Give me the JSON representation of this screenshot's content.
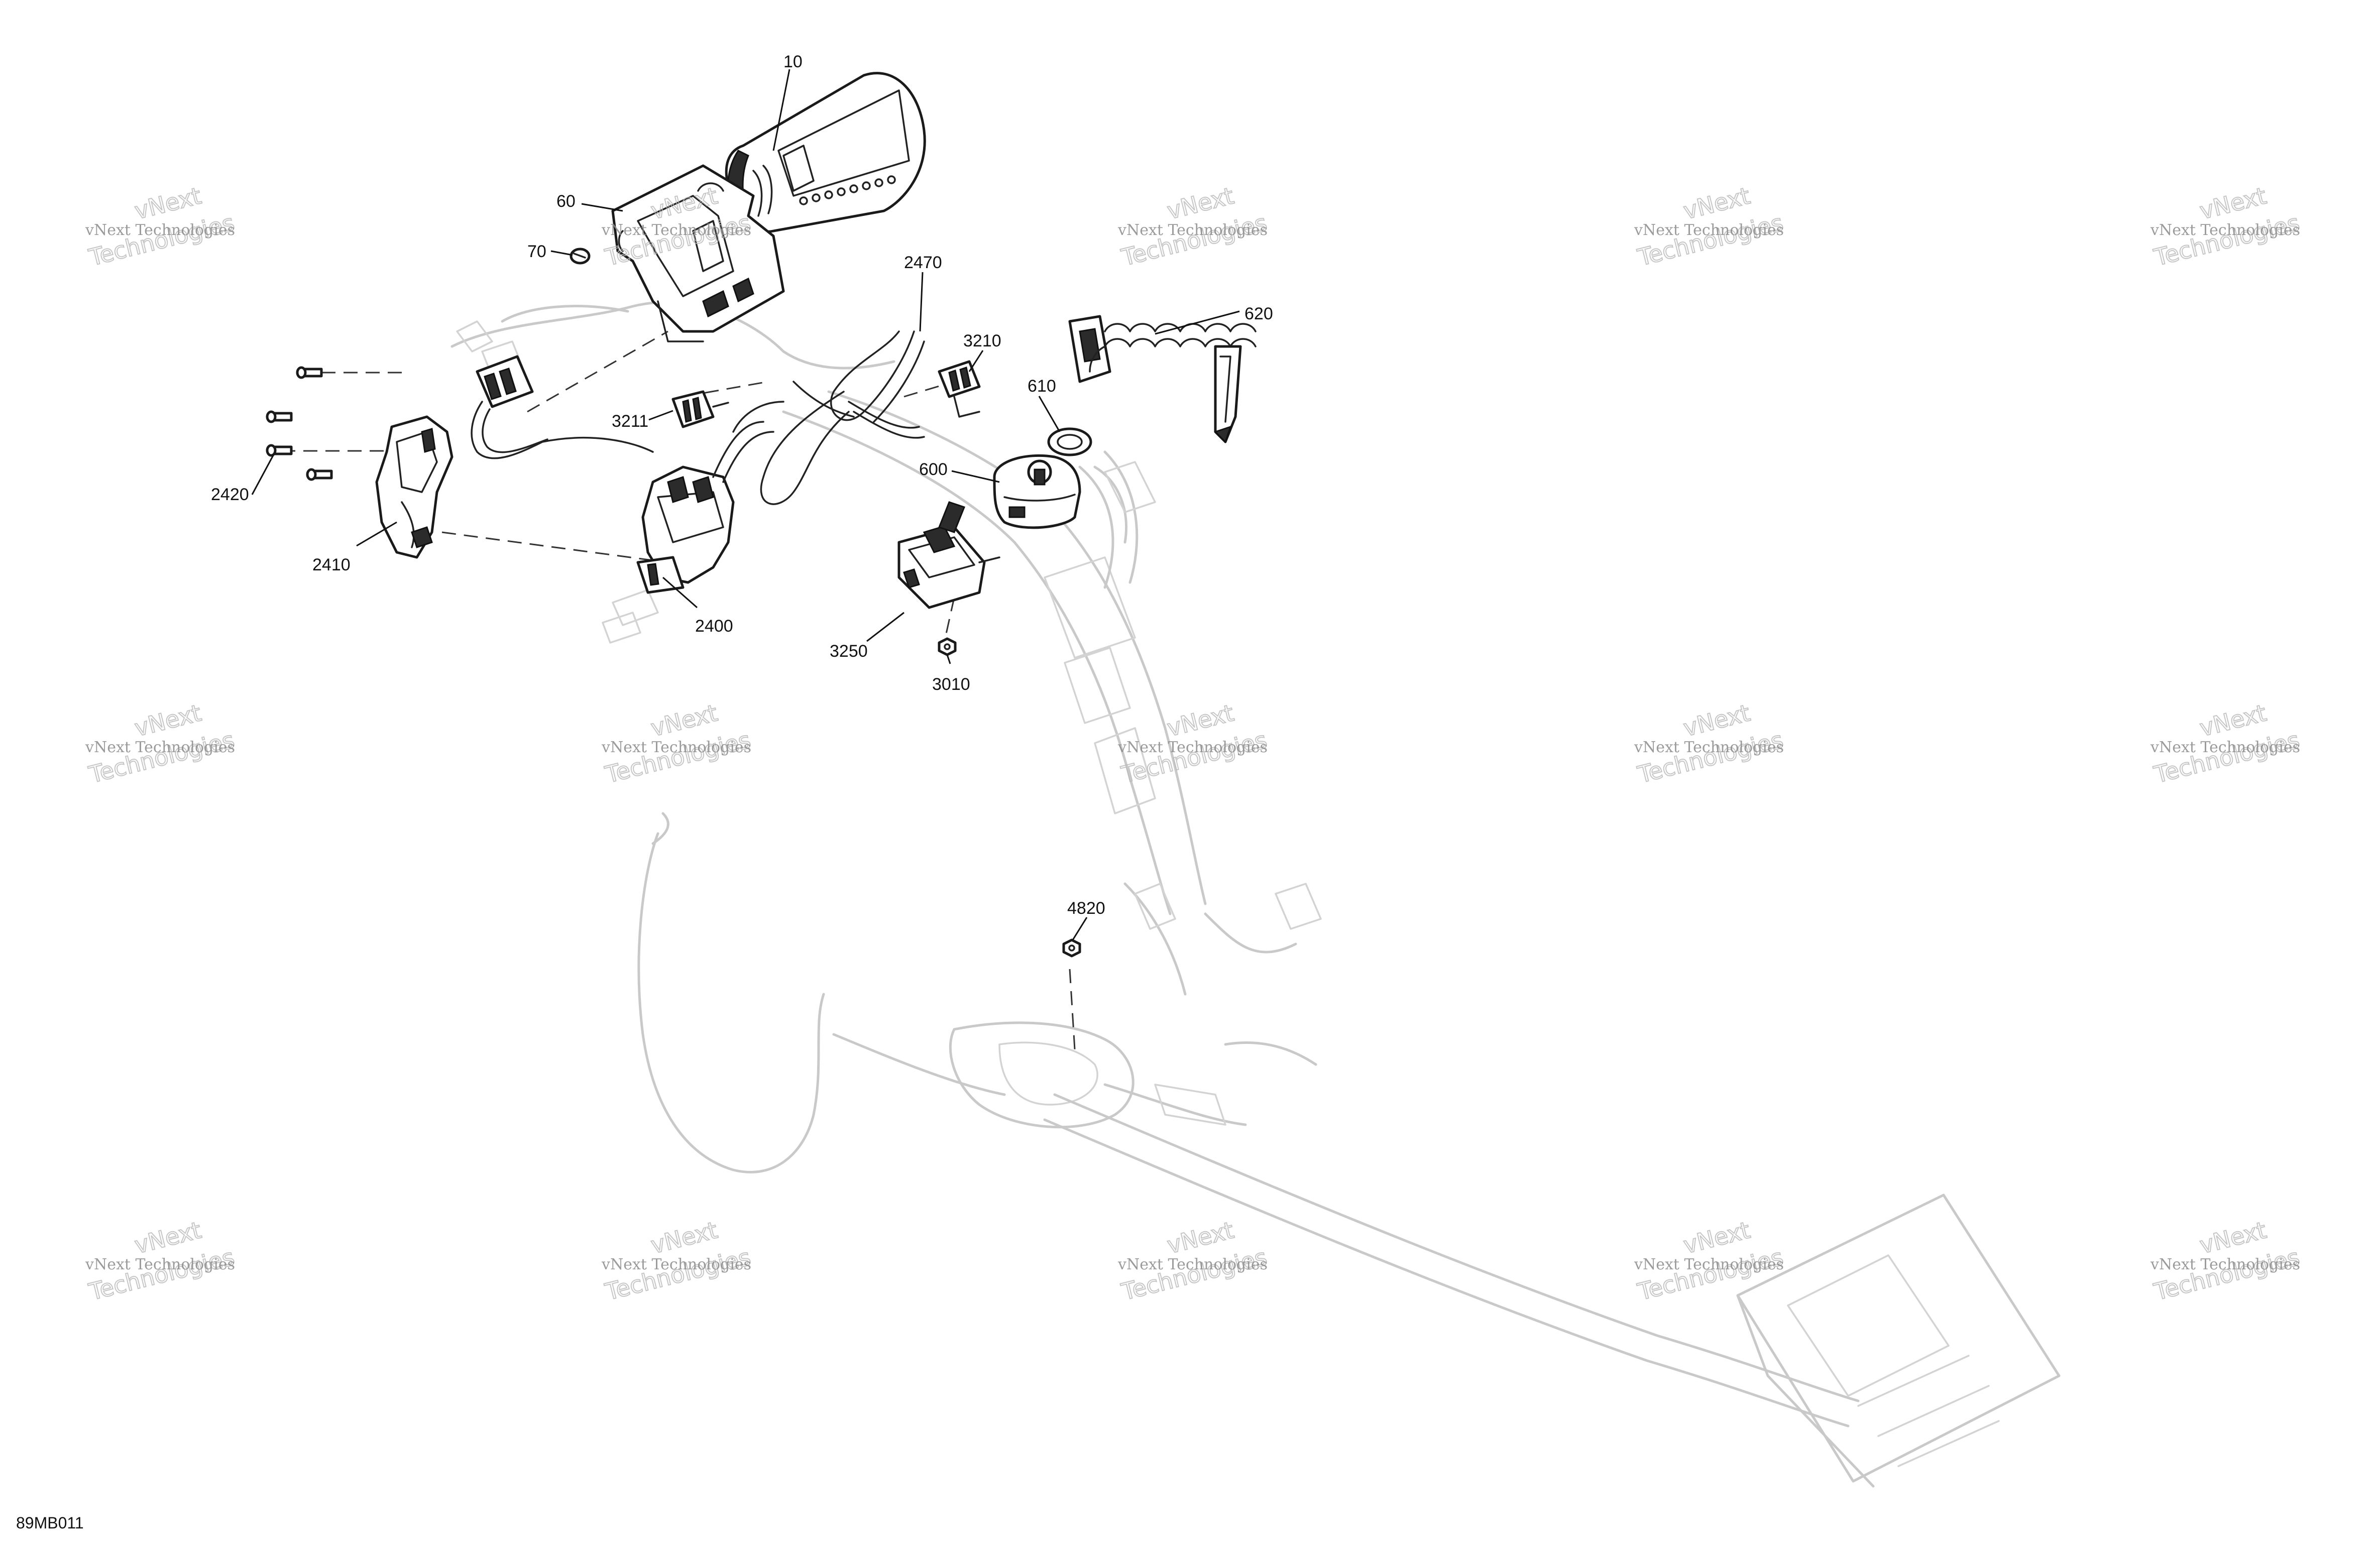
{
  "diagram": {
    "reference_code": "89MB011",
    "callouts": [
      {
        "id": "c10",
        "label": "10"
      },
      {
        "id": "c60",
        "label": "60"
      },
      {
        "id": "c70",
        "label": "70"
      },
      {
        "id": "c2470",
        "label": "2470"
      },
      {
        "id": "c3210",
        "label": "3210"
      },
      {
        "id": "c620",
        "label": "620"
      },
      {
        "id": "c610",
        "label": "610"
      },
      {
        "id": "c3211",
        "label": "3211"
      },
      {
        "id": "c600",
        "label": "600"
      },
      {
        "id": "c2420",
        "label": "2420"
      },
      {
        "id": "c2410",
        "label": "2410"
      },
      {
        "id": "c2400",
        "label": "2400"
      },
      {
        "id": "c3250",
        "label": "3250"
      },
      {
        "id": "c3010",
        "label": "3010"
      },
      {
        "id": "c4820",
        "label": "4820"
      }
    ]
  },
  "watermark": {
    "line_small": "vNext Technologies",
    "line_big_1": "vNext",
    "line_big_2": "Technologies",
    "colors": {
      "small": "#8a8a8a",
      "big_outline": "#b9b9b9"
    }
  },
  "colors": {
    "part_stroke": "#1a1a1a",
    "ghost_stroke": "#c9c9c9",
    "background": "#ffffff"
  }
}
